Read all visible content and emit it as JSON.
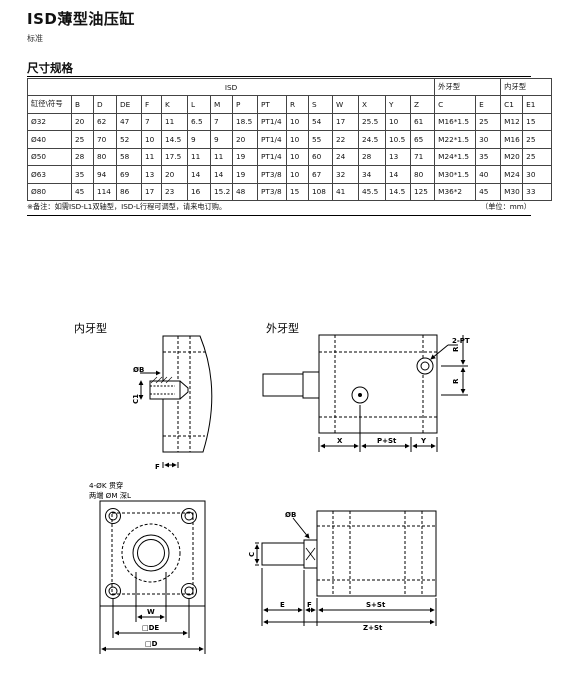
{
  "page": {
    "title": "ISD薄型油压缸",
    "subtitle": "标准",
    "section_title": "尺寸规格"
  },
  "table": {
    "group_headers": {
      "isd": "ISD",
      "external": "外牙型",
      "internal": "内牙型"
    },
    "columns": [
      "缸径\\符号",
      "B",
      "D",
      "DE",
      "F",
      "K",
      "L",
      "M",
      "P",
      "PT",
      "R",
      "S",
      "W",
      "X",
      "Y",
      "Z",
      "C",
      "E",
      "C1",
      "E1"
    ],
    "rows": [
      [
        "Ø32",
        "20",
        "62",
        "47",
        "7",
        "11",
        "6.5",
        "7",
        "18.5",
        "PT1/4",
        "10",
        "54",
        "17",
        "25.5",
        "10",
        "61",
        "M16*1.5",
        "25",
        "M12",
        "15"
      ],
      [
        "Ø40",
        "25",
        "70",
        "52",
        "10",
        "14.5",
        "9",
        "9",
        "20",
        "PT1/4",
        "10",
        "55",
        "22",
        "24.5",
        "10.5",
        "65",
        "M22*1.5",
        "30",
        "M16",
        "25"
      ],
      [
        "Ø50",
        "28",
        "80",
        "58",
        "11",
        "17.5",
        "11",
        "11",
        "19",
        "PT1/4",
        "10",
        "60",
        "24",
        "28",
        "13",
        "71",
        "M24*1.5",
        "35",
        "M20",
        "25"
      ],
      [
        "Ø63",
        "35",
        "94",
        "69",
        "13",
        "20",
        "14",
        "14",
        "19",
        "PT3/8",
        "10",
        "67",
        "32",
        "34",
        "14",
        "80",
        "M30*1.5",
        "40",
        "M24",
        "30"
      ],
      [
        "Ø80",
        "45",
        "114",
        "86",
        "17",
        "23",
        "16",
        "15.2",
        "48",
        "PT3/8",
        "15",
        "108",
        "41",
        "45.5",
        "14.5",
        "125",
        "M36*2",
        "45",
        "M30",
        "33"
      ]
    ]
  },
  "note": "※备注：如需ISD-L1双轴型，ISD-L行程可调型，请来电订购。",
  "unit": "（单位：mm）",
  "drawings": {
    "internal_label": "内牙型",
    "external_label": "外牙型",
    "hole_note_line1": "4-ØK 贯穿",
    "hole_note_line2": "两端 ØM 深L",
    "dims": {
      "B": "ØB",
      "C1": "C1",
      "F": "F",
      "PT": "2-PT",
      "R": "R",
      "X": "X",
      "PST": "P+St",
      "Y": "Y",
      "W": "W",
      "DE": "□DE",
      "D": "□D",
      "C": "C",
      "E": "E",
      "SST": "S+St",
      "ZST": "Z+St"
    }
  }
}
